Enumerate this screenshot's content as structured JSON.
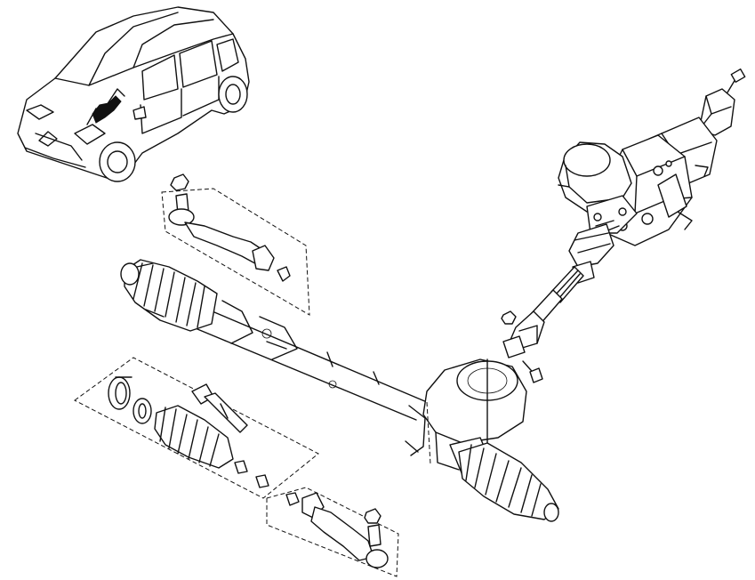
{
  "diagram": {
    "parts": [
      {
        "name": "vehicle-locator",
        "label": ""
      },
      {
        "name": "steering-column-assembly",
        "label": ""
      },
      {
        "name": "electric-assist-motor",
        "label": ""
      },
      {
        "name": "intermediate-shaft",
        "label": ""
      },
      {
        "name": "steering-rack-housing",
        "label": ""
      },
      {
        "name": "rack-bellows-left",
        "label": ""
      },
      {
        "name": "rack-bellows-right",
        "label": ""
      },
      {
        "name": "tie-rod-end-upper",
        "label": ""
      },
      {
        "name": "tie-rod-end-lower",
        "label": ""
      },
      {
        "name": "inner-tie-rod-kit",
        "label": ""
      }
    ],
    "colors": {
      "line": "#111111",
      "background": "#ffffff"
    }
  }
}
